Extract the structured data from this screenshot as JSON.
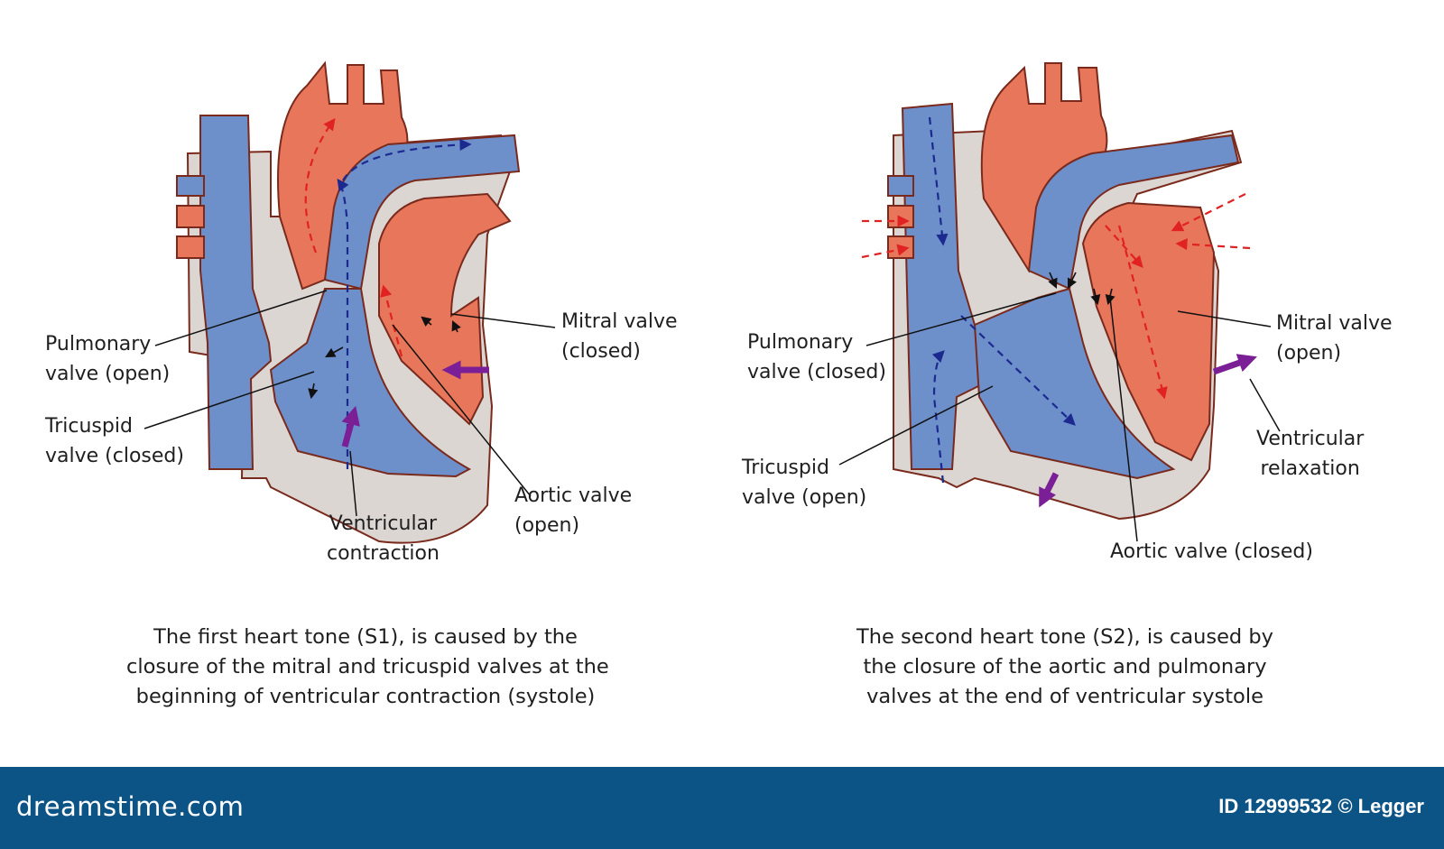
{
  "left_diagram": {
    "labels": {
      "pulmonary": [
        "Pulmonary",
        "valve (open)"
      ],
      "tricuspid": [
        "Tricuspid",
        "valve (closed)"
      ],
      "mitral": [
        "Mitral valve",
        "(closed)"
      ],
      "aortic": [
        "Aortic valve",
        "(open)"
      ],
      "ventricular": [
        "Ventricular",
        "contraction"
      ]
    },
    "caption": [
      "The first heart tone (S1), is caused by the",
      "closure of the mitral and tricuspid valves at the",
      "beginning of ventricular contraction (systole)"
    ]
  },
  "right_diagram": {
    "labels": {
      "pulmonary": [
        "Pulmonary",
        "valve (closed)"
      ],
      "tricuspid": [
        "Tricuspid",
        "valve (open)"
      ],
      "mitral": [
        "Mitral valve",
        "(open)"
      ],
      "aortic": [
        "Aortic valve (closed)"
      ],
      "ventricular": [
        "Ventricular",
        "relaxation"
      ]
    },
    "caption": [
      "The second heart tone (S2), is caused by",
      "the closure of the aortic and pulmonary",
      "valves at the end of ventricular systole"
    ]
  },
  "footer": {
    "brand": "dreamstime.com",
    "id_text": "ID 12999532 © Legger"
  },
  "colors": {
    "deoxygenated_blood": "#6d8fca",
    "oxygenated_blood": "#e8765a",
    "heart_wall": "#dcd6d3",
    "outline": "#7a2a1c",
    "flow_arrow_blue": "#1c2a8f",
    "flow_arrow_red": "#e02222",
    "motion_arrow": "#7a1f96",
    "footer_band": "#0d5486"
  }
}
